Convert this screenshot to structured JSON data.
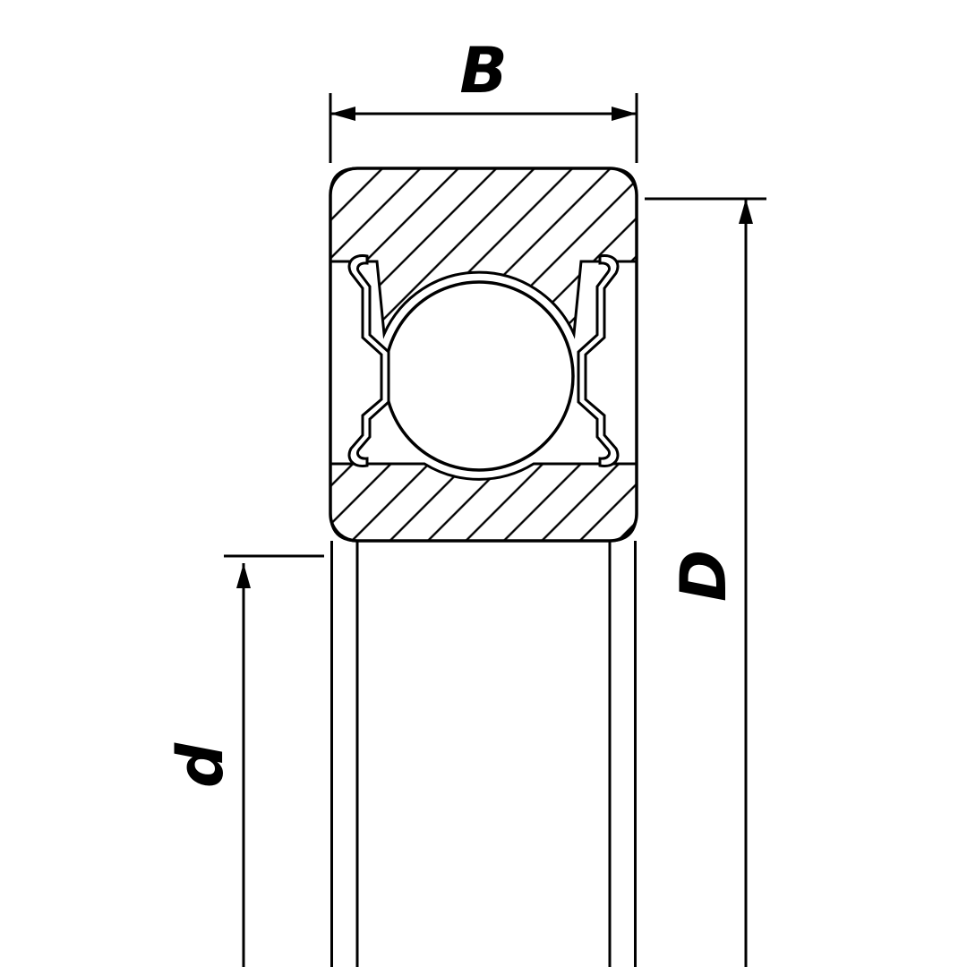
{
  "drawing": {
    "labels": {
      "width": "B",
      "outer_diameter": "D",
      "bore_diameter": "d"
    },
    "colors": {
      "line": "#000000",
      "background": "#ffffff"
    }
  }
}
